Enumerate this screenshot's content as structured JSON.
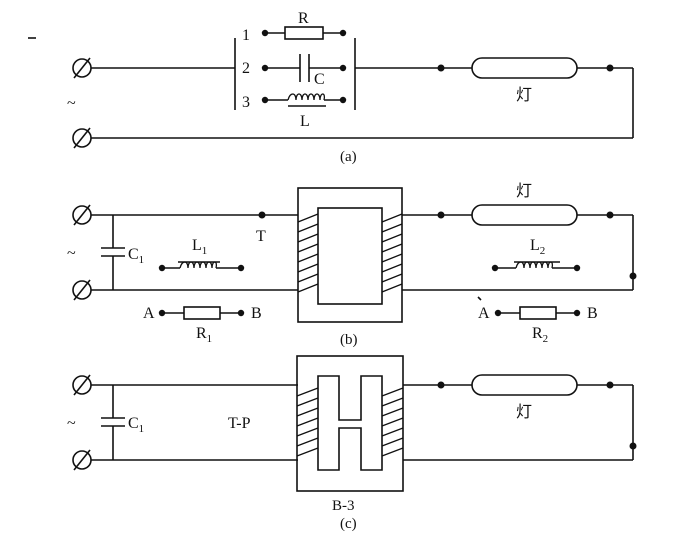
{
  "panel_a": {
    "switch_positions": [
      "1",
      "2",
      "3"
    ],
    "resistor": "R",
    "capacitor": "C",
    "inductor": "L",
    "ac_symbol": "~",
    "lamp": "灯",
    "caption": "(a)"
  },
  "panel_b": {
    "capacitor": "C",
    "capacitor_sub": "1",
    "inductor_left": "L",
    "inductor_left_sub": "1",
    "tap": "T",
    "resistor_left": "R",
    "resistor_left_sub": "1",
    "node_left_a": "A",
    "node_left_b": "B",
    "inductor_right": "L",
    "inductor_right_sub": "2",
    "resistor_right": "R",
    "resistor_right_sub": "2",
    "node_right_a": "A",
    "node_right_b": "B",
    "ac_symbol": "~",
    "lamp": "灯",
    "caption": "(b)"
  },
  "panel_c": {
    "capacitor": "C",
    "capacitor_sub": "1",
    "tap": "T-P",
    "transformer": "B-3",
    "ac_symbol": "~",
    "lamp": "灯",
    "caption": "(c)"
  }
}
